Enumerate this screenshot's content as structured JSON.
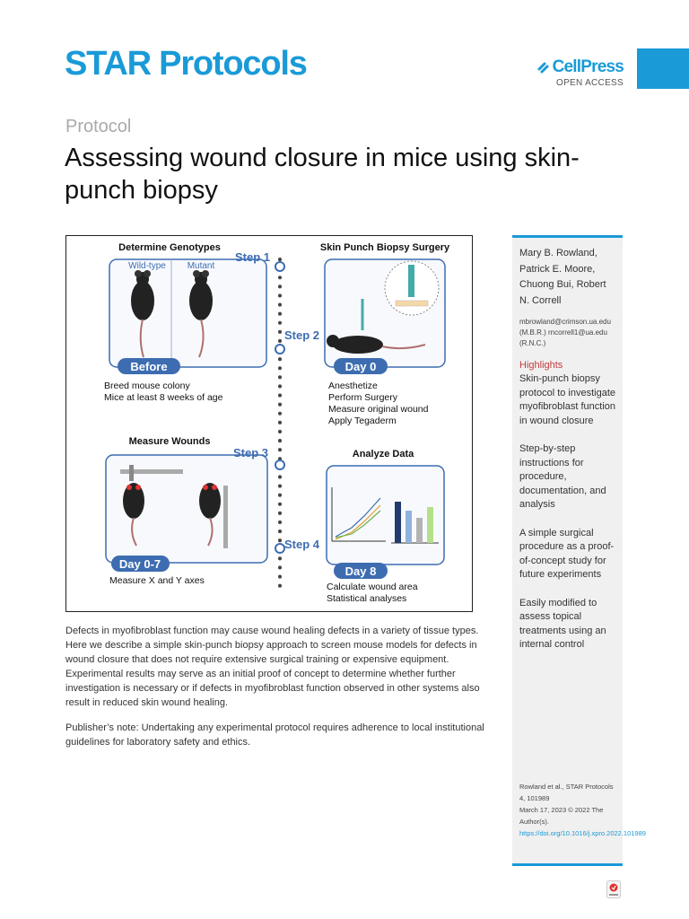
{
  "header": {
    "journal": "STAR Protocols",
    "publisher": "CellPress",
    "open_access": "OPEN ACCESS",
    "accent_color": "#1a9bd7"
  },
  "article": {
    "type": "Protocol",
    "title": "Assessing wound closure in mice using skin-punch biopsy"
  },
  "figure": {
    "determine_genotypes": "Determine Genotypes",
    "wild_type": "Wild-type",
    "mutant": "Mutant",
    "skin_punch_surgery": "Skin Punch Biopsy Surgery",
    "step1": "Step 1",
    "step2": "Step 2",
    "step3": "Step 3",
    "step4": "Step 4",
    "before": "Before",
    "before_items": [
      "Breed mouse colony",
      "Mice at least 8 weeks of age"
    ],
    "day0": "Day 0",
    "day0_items": [
      "Anesthetize",
      "Perform Surgery",
      "Measure original wound",
      "Apply Tegaderm"
    ],
    "measure_wounds": "Measure Wounds",
    "analyze_data": "Analyze Data",
    "day07": "Day 0-7",
    "day07_items": [
      "Measure X and Y axes"
    ],
    "day8": "Day 8",
    "day8_items": [
      "Calculate wound area",
      "Statistical analyses"
    ]
  },
  "abstract": {
    "paragraph1": "Defects in myofibroblast function may cause wound healing defects in a variety of tissue types. Here we describe a simple skin-punch biopsy approach to screen mouse models for defects in wound closure that does not require extensive surgical training or expensive equipment. Experimental results may serve as an initial proof of concept to determine whether further investigation is necessary or if defects in myofibroblast function observed in other systems also result in reduced skin wound healing.",
    "paragraph2": "Publisher’s note: Undertaking any experimental protocol requires adherence to local institutional guidelines for laboratory safety and ethics."
  },
  "sidebar": {
    "authors": "Mary B. Rowland, Patrick E. Moore, Chuong Bui, Robert N. Correll",
    "emails": "mbrowland@crimson.ua.edu (M.B.R.) rncorrell1@ua.edu (R.N.C.)",
    "highlights_title": "Highlights",
    "highlights": [
      "Skin-punch biopsy protocol to investigate myofibroblast function in wound closure",
      "Step-by-step instructions for procedure, documentation, and analysis",
      "A simple surgical procedure as a proof-of-concept study for future experiments",
      "Easily modified to assess topical treatments using an internal control"
    ],
    "citation": "Rowland et al., STAR Protocols 4, 101989",
    "date": "March 17, 2023 © 2022 The Author(s).",
    "doi": "https://doi.org/10.1016/j.xpro.2022.101989"
  }
}
